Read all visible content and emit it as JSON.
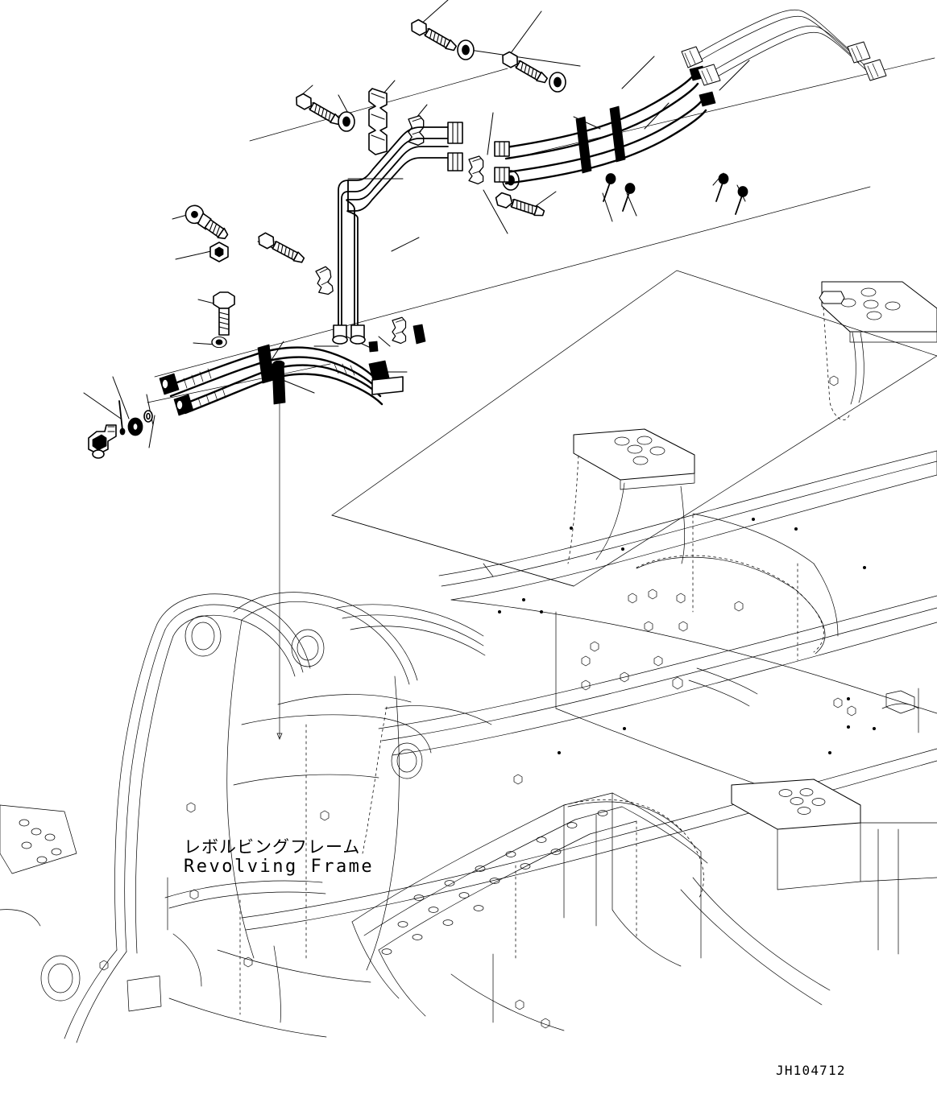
{
  "drawing": {
    "number": "JH104712",
    "sheet_background": "#ffffff",
    "line_color": "#000000",
    "title_jp": "レボルビングフレーム",
    "title_en": "Revolving Frame",
    "style": "exploded isometric line drawing, black on white, no shading"
  },
  "callouts": {
    "numbers_visible": false,
    "note": "Leader lines are drawn but no item numbers are printed on this sheet"
  },
  "parts": {
    "upper_assembly": [
      {
        "name": "bolt",
        "qty": 5,
        "region": "upper-left and upper-center"
      },
      {
        "name": "washer",
        "qty": 5,
        "region": "adjacent to bolts"
      },
      {
        "name": "clamp-bracket-tall",
        "qty": 1,
        "region": "upper-center-left"
      },
      {
        "name": "clamp-half",
        "qty": 4,
        "region": "upper-center"
      },
      {
        "name": "tube-assembly-long",
        "qty": 2,
        "region": "center, L-shaped vertical runs"
      },
      {
        "name": "hose-assembly-curved",
        "qty": 2,
        "region": "upper-right"
      },
      {
        "name": "tube-assembly-upper-right",
        "qty": 2,
        "region": "top-right bent pair"
      },
      {
        "name": "pin",
        "qty": 4,
        "region": "right of center"
      },
      {
        "name": "spacer",
        "qty": 1,
        "region": "center"
      }
    ],
    "lower_assembly": [
      {
        "name": "eye-bolt-fitting",
        "qty": 1,
        "region": "left cluster"
      },
      {
        "name": "seal-washer",
        "qty": 2,
        "region": "left cluster"
      },
      {
        "name": "bolt",
        "qty": 2,
        "region": "left cluster"
      },
      {
        "name": "hose-assembly-short",
        "qty": 2,
        "region": "left cluster"
      },
      {
        "name": "elbow-joint",
        "qty": 1,
        "region": "far-left"
      },
      {
        "name": "clamp-plate",
        "qty": 1,
        "region": "left cluster"
      },
      {
        "name": "pin-long",
        "qty": 1,
        "region": "left cluster, vertical leader to frame"
      },
      {
        "name": "o-ring",
        "qty": 1,
        "region": "left cluster"
      }
    ],
    "base": [
      {
        "name": "revolving-frame",
        "qty": 1
      },
      {
        "name": "mounting-pad",
        "qty": 3
      },
      {
        "name": "cover-plate",
        "qty": 1
      }
    ]
  }
}
